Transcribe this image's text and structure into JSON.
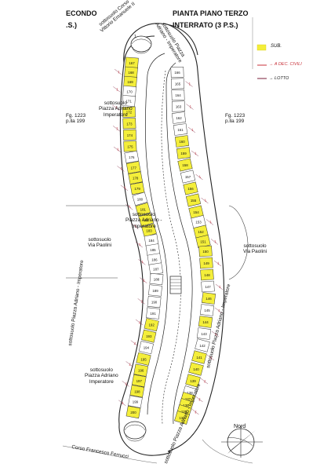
{
  "header": {
    "left_title": [
      "ECONDO",
      ".S.)"
    ],
    "right_title": [
      "PIANTA PIANO TERZO",
      "INTERRATO  (3 P.S.)"
    ]
  },
  "legend": [
    {
      "label": "SUB.",
      "swatch": "#f4ee3a",
      "kind": "fill"
    },
    {
      "label": "→ A DEC. CIVILI",
      "swatch": "#c8323a",
      "kind": "line"
    },
    {
      "label": "→ LOTTO",
      "swatch": "#7a1d3a",
      "kind": "line"
    }
  ],
  "labels": {
    "corso_vittorio": [
      "sottosuolo Corso",
      "Vittorio Emanuele II"
    ],
    "piazza_adriano_top": [
      "sottosuolo Piazza",
      "Adriano - Imperatore"
    ],
    "piazza_adriano_left_top": [
      "sottosuolo",
      "Piazza Adriano",
      "Imperatore"
    ],
    "fg_left": [
      "Fg. 1223",
      "p.lla 199"
    ],
    "fg_right": [
      "Fg. 1223",
      "p.lla 199"
    ],
    "piazza_adriano_mid": [
      "sottosuolo",
      "Piazza Adriano -",
      "Imperatore"
    ],
    "via_paolini_left": [
      "sottosuolo",
      "Via Paolini"
    ],
    "via_paolini_right": [
      "sottosuolo",
      "Via Paolini"
    ],
    "adriano_left_vertical": "sottosuolo Piazza Adriano - Imperatore",
    "adriano_right_vertical": "sottosuolo Piazza Adriano - Imperatore",
    "piazza_adriano_left_bottom": [
      "sottosuolo",
      "Piazza Adriano",
      "Imperatore"
    ],
    "adriano_bottom_vertical": "sottosuolo Piazza Adriano - Imperatore",
    "corso_ferrucci": "Corso Francesco Ferrucci",
    "north": "Nord"
  },
  "spaces": {
    "left_column": [
      "167",
      "168",
      "169",
      "170",
      "171",
      "172",
      "173",
      "174",
      "175",
      "176",
      "177",
      "178",
      "179",
      "180",
      "181",
      "182",
      "183",
      "184",
      "185",
      "186",
      "187",
      "188",
      "189",
      "190",
      "191",
      "192",
      "193",
      "194",
      "195",
      "196",
      "197",
      "198",
      "199",
      "200"
    ],
    "right_column": [
      "166",
      "165",
      "164",
      "163",
      "162",
      "161",
      "160",
      "159",
      "158",
      "157",
      "156",
      "155",
      "154",
      "153",
      "152",
      "151",
      "150",
      "149",
      "148",
      "147",
      "146",
      "145",
      "144",
      "143",
      "142",
      "141",
      "140",
      "139",
      "138",
      "137",
      "136",
      "135",
      "134"
    ],
    "highlighted": [
      "167",
      "168",
      "169",
      "172",
      "173",
      "174",
      "175",
      "177",
      "178",
      "179",
      "181",
      "182",
      "183",
      "192",
      "193",
      "195",
      "196",
      "197",
      "198",
      "200",
      "160",
      "159",
      "158",
      "156",
      "155",
      "154",
      "152",
      "151",
      "150",
      "149",
      "148",
      "146",
      "144",
      "141",
      "140",
      "139",
      "137",
      "136",
      "135",
      "134"
    ]
  },
  "annotations": {
    "left_marks": [
      "1",
      "1",
      "1",
      "1",
      "1",
      "1",
      "1",
      "1",
      "1",
      "1",
      "1",
      "1",
      "1",
      "1",
      "1",
      "1",
      "1",
      "1"
    ],
    "right_marks": [
      "1",
      "1",
      "1",
      "1",
      "1",
      "1",
      "1",
      "1",
      "1",
      "1",
      "1",
      "1",
      "1",
      "1",
      "1",
      "1"
    ]
  }
}
